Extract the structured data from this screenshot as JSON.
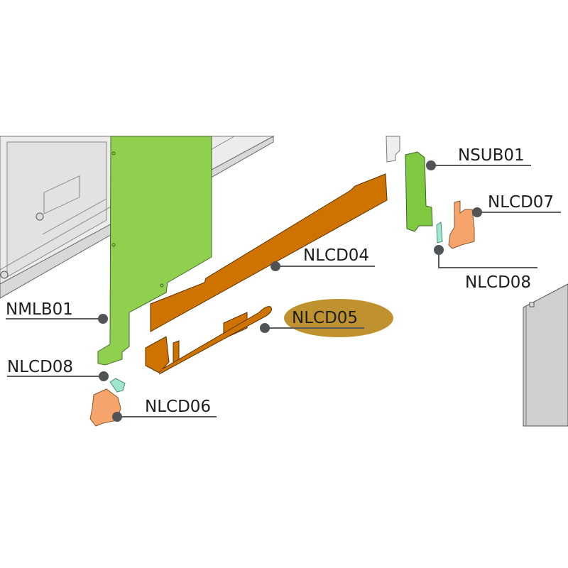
{
  "diagram": {
    "labels": {
      "nsub01": "NSUB01",
      "nlcd07": "NLCD07",
      "nlcd08_right": "NLCD08",
      "nlcd04": "NLCD04",
      "nlcd05": "NLCD05",
      "nmlb01": "NMLB01",
      "nlcd08_left": "NLCD08",
      "nlcd06": "NLCD06"
    },
    "highlighted_label": "NLCD05",
    "colors": {
      "main_board": "#8fd14f",
      "strip": "#cf7300",
      "bracket": "#f5a46c",
      "clip": "#9fe8cf",
      "highlight": "#c0922f",
      "chassis": "#e8e8e8",
      "panel": "#cfcfcf"
    }
  }
}
